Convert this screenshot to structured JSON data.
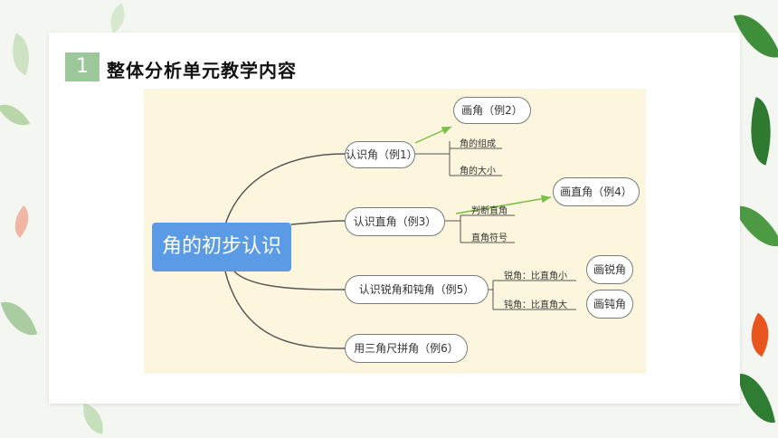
{
  "header": {
    "number": "1",
    "title": "整体分析单元教学内容"
  },
  "mindmap": {
    "root": "角的初步认识",
    "branches": [
      {
        "label": "认识角（例1）",
        "items": [
          "角的组成",
          "角的大小"
        ],
        "extra": "画角（例2）"
      },
      {
        "label": "认识直角（例3）",
        "items": [
          "判断直角",
          "直角符号"
        ],
        "extra": "画直角（例4）"
      },
      {
        "label": "认识锐角和钝角（例5）",
        "items": [
          "锐角：比直角小",
          "钝角：比直角大"
        ],
        "extras": [
          "画锐角",
          "画钝角"
        ]
      },
      {
        "label": "用三角尺拼角（例6）"
      }
    ]
  },
  "colors": {
    "accent": "#9cc79a",
    "root": "#5b9be6",
    "arrow": "#7ac143",
    "map_bg": "#fbf6dd"
  }
}
